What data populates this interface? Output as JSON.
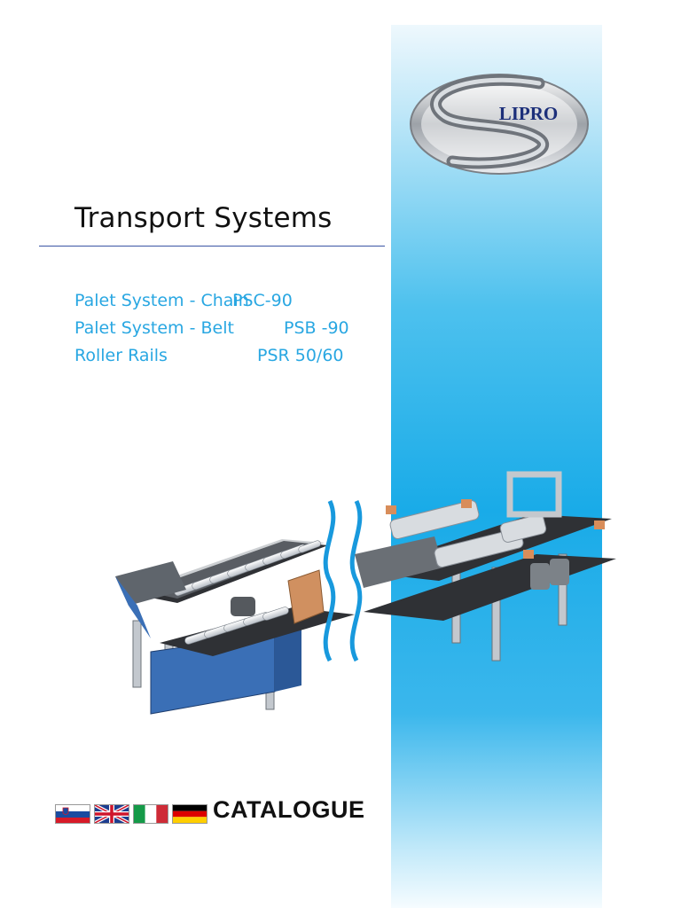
{
  "logo": {
    "text": "LIPRO"
  },
  "header": {
    "title": "Transport Systems"
  },
  "systems": [
    {
      "name": "Palet System - Chain",
      "code": "PSC-90"
    },
    {
      "name": "Palet System - Belt",
      "code": "PSB -90"
    },
    {
      "name": "Roller Rails",
      "code": "PSR 50/60"
    }
  ],
  "footer": {
    "label": "CATALOGUE",
    "languages": [
      "slovenian-flag",
      "uk-flag",
      "italian-flag",
      "german-flag"
    ]
  },
  "colors": {
    "accent": "#29a7e2",
    "rule": "#3a55a4",
    "band": "#19abe8"
  }
}
